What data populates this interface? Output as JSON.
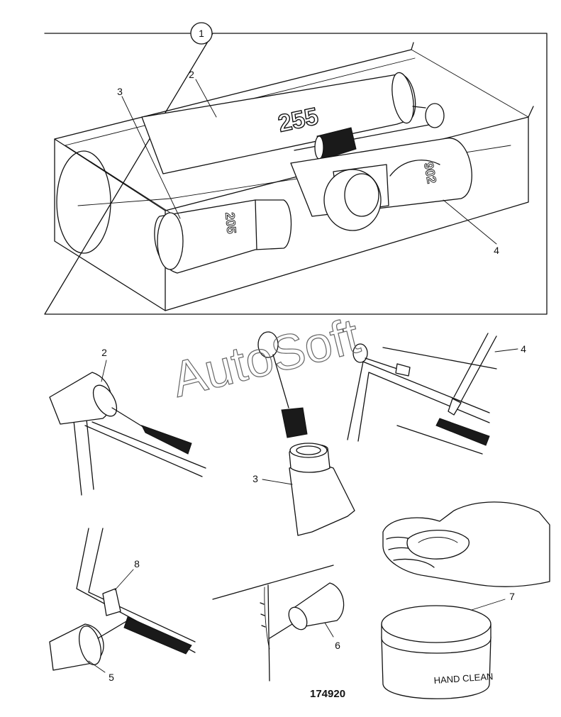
{
  "kit_number": "1",
  "box_callouts": [
    "2",
    "3",
    "4"
  ],
  "tube_large_label": "255",
  "tube_small_label": "205",
  "tube_mid_label": "902",
  "step_callouts": [
    "2",
    "3",
    "4",
    "5",
    "6",
    "7",
    "8"
  ],
  "jar_label": "HAND CLEAN",
  "figure_id": "174920",
  "watermark": "AutoSoft"
}
